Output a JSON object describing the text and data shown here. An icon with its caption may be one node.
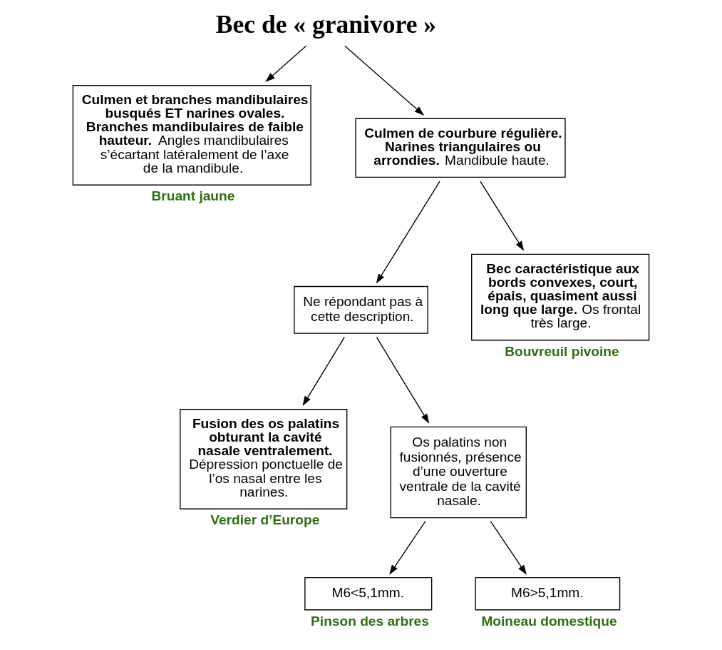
{
  "diagram": {
    "nodes": [
      {
        "text": [
          "Bec de « granivore »"
        ]
      },
      {
        "text": [
          "**Culmen et branches mandibulaires busqués ET narines ovales**. **Branches mandibulaires de faible hauteur.** Angles mandibulaires s’écartant latéralement de l’axe de la mandibule."
        ],
        "beside": [
          "Bruant jaune"
        ]
      },
      {
        "text": [
          "**Culmen de courbure régulière. Narines triangulaires ou arrondies.** Mandibule haute."
        ]
      },
      {
        "text": [
          "Ne répondant pas à cette description."
        ]
      },
      {
        "text": [
          "**Bec caractéristique aux bords convexes, court, épais, quasiment aussi long que large**. Os frontal très large."
        ],
        "beside": [
          "Bouvreuil pivoine"
        ]
      },
      {
        "text": [
          "**Fusion des os palatins obturant la cavité nasale ventralement**. Dépression ponctuelle de l’os nasal entre les narines."
        ],
        "beside": [
          "Verdier d’Europe"
        ]
      },
      {
        "text": [
          "Os palatins non fusionnés, présence d’une ouverture ventrale de la cavité nasale."
        ]
      },
      {
        "text": [
          "M6<5,1mm."
        ],
        "beside": [
          "Pinson des arbres"
        ]
      },
      {
        "text": [
          "M6>5,1mm."
        ],
        "beside": [
          "Moineau domestique"
        ]
      }
    ],
    "edges": [
      {
        "from": 0,
        "to": 1,
        "arrow": "to"
      },
      {
        "from": 0,
        "to": 2,
        "arrow": "to"
      },
      {
        "from": 2,
        "to": 3,
        "arrow": "to"
      },
      {
        "from": 2,
        "to": 4,
        "arrow": "to"
      },
      {
        "from": 3,
        "to": 5,
        "arrow": "to"
      },
      {
        "from": 3,
        "to": 6,
        "arrow": "to"
      },
      {
        "from": 6,
        "to": 7,
        "arrow": "to"
      },
      {
        "from": 6,
        "to": 8,
        "arrow": "to"
      }
    ]
  }
}
